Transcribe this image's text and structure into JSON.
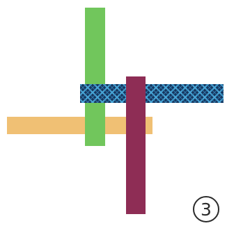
{
  "diagram": {
    "strips": [
      {
        "name": "green",
        "color": "#71c65c"
      },
      {
        "name": "yellow",
        "color": "#f0c074"
      },
      {
        "name": "maroon",
        "color": "#8e2d55"
      },
      {
        "name": "navy-patterned",
        "color": "#16365f",
        "pattern_color": "#48a6d7"
      }
    ],
    "step_number": "3"
  }
}
